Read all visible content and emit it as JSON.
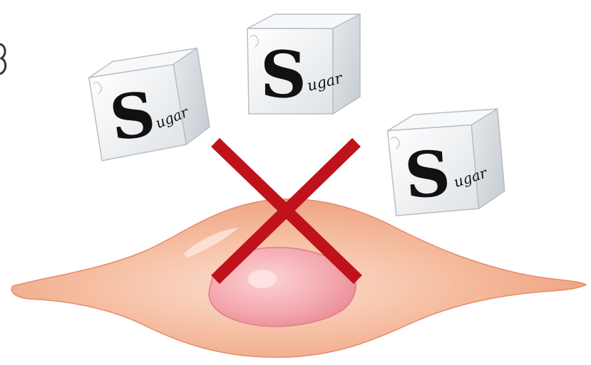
{
  "cubes": [
    {
      "letter": "S",
      "word": "ugar"
    },
    {
      "letter": "S",
      "word": "ugar"
    },
    {
      "letter": "S",
      "word": "ugar"
    }
  ],
  "colors": {
    "cell_body": "#f3b08f",
    "cell_edge": "#e48c6c",
    "nucleus": "#f2a0a8",
    "nucleus_edge": "#e07c88",
    "cross": "#c0121a",
    "cube_face": "#eef0f2",
    "cube_side": "#d6dadf",
    "cube_top": "#f7f8f9",
    "cube_outline": "#b8bec5",
    "ink": "#111111"
  },
  "icons": [
    "sugar-cube-icon",
    "cell-icon",
    "cross-mark-icon"
  ]
}
